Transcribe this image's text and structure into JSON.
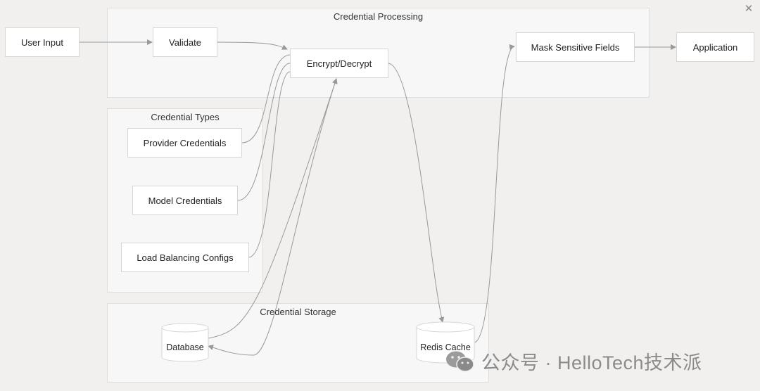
{
  "clusters": {
    "processing": "Credential Processing",
    "types": "Credential Types",
    "storage": "Credential Storage"
  },
  "nodes": {
    "user_input": "User Input",
    "validate": "Validate",
    "encrypt": "Encrypt/Decrypt",
    "mask": "Mask Sensitive Fields",
    "application": "Application",
    "provider": "Provider Credentials",
    "model": "Model Credentials",
    "lb": "Load Balancing Configs",
    "database": "Database",
    "redis": "Redis Cache"
  },
  "watermark": "公众号 · HelloTech技术派",
  "icons": {
    "close": "close-icon",
    "watermark": "wechat-icon"
  },
  "colors": {
    "edge": "#999999",
    "cluster_bg": "#f7f7f7",
    "node_bg": "#ffffff"
  }
}
